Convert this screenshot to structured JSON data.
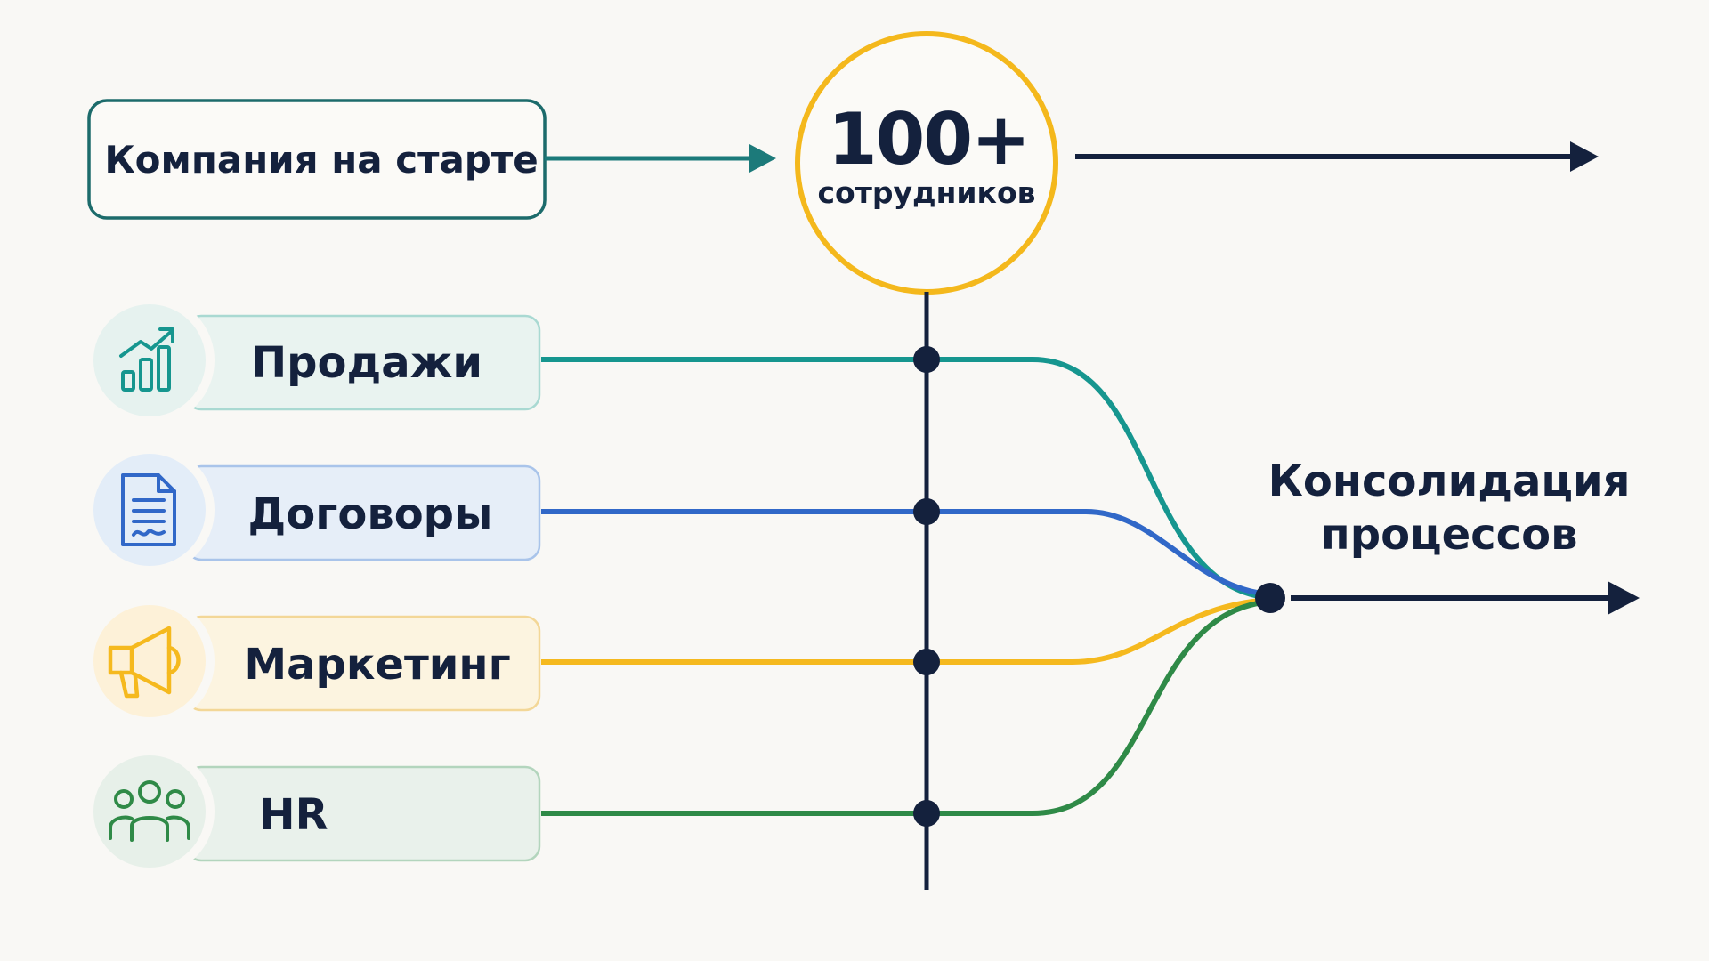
{
  "start": {
    "label": "Компания на старте",
    "color": "#1c6b6b"
  },
  "milestone": {
    "value": "100+",
    "caption": "сотрудников",
    "ring_color": "#f4b81c"
  },
  "departments": [
    {
      "label": "Продажи",
      "icon": "growth-chart-icon",
      "color": "#16968f",
      "tint": "#e6f2ef",
      "tag_border": "#a9d9d2"
    },
    {
      "label": "Договоры",
      "icon": "document-icon",
      "color": "#3168c8",
      "tint": "#e3edf8",
      "tag_border": "#a9c4ea"
    },
    {
      "label": "Маркетинг",
      "icon": "megaphone-icon",
      "color": "#f5b91e",
      "tint": "#fdf1d8",
      "tag_border": "#f3d797"
    },
    {
      "label": "HR",
      "icon": "team-icon",
      "color": "#2f8a47",
      "tint": "#e7f0e9",
      "tag_border": "#b3d5bd"
    }
  ],
  "result": {
    "line1": "Консолидация",
    "line2": "процессов"
  },
  "colors": {
    "dark": "#14213d",
    "background": "#f9f8f5"
  }
}
